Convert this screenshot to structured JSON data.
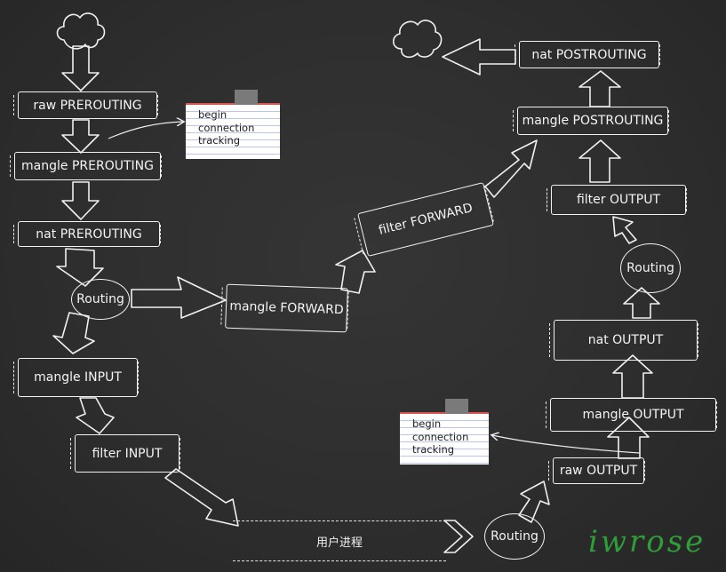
{
  "boxes": {
    "raw_prerouting": "raw PREROUTING",
    "mangle_prerouting": "mangle PREROUTING",
    "nat_prerouting": "nat PREROUTING",
    "mangle_input": "mangle INPUT",
    "filter_input": "filter INPUT",
    "mangle_forward": "mangle FORWARD",
    "filter_forward": "filter FORWARD",
    "mangle_postrouting": "mangle POSTROUTING",
    "nat_postrouting": "nat POSTROUTING",
    "filter_output": "filter OUTPUT",
    "nat_output": "nat OUTPUT",
    "mangle_output": "mangle OUTPUT",
    "raw_output": "raw OUTPUT"
  },
  "routing_nodes": {
    "left": "Routing",
    "right": "Routing",
    "bottom": "Routing"
  },
  "notes": {
    "top": [
      "begin",
      "connection",
      "tracking"
    ],
    "bottom": [
      "begin",
      "connection",
      "tracking"
    ]
  },
  "user_process": "用户进程",
  "signature": "iwrose",
  "colors": {
    "background": "#2b2b2b",
    "chalk": "#f2f2f2",
    "note_paper": "#ffffff",
    "note_margin": "#d9534f",
    "signature": "#2f9e38"
  }
}
